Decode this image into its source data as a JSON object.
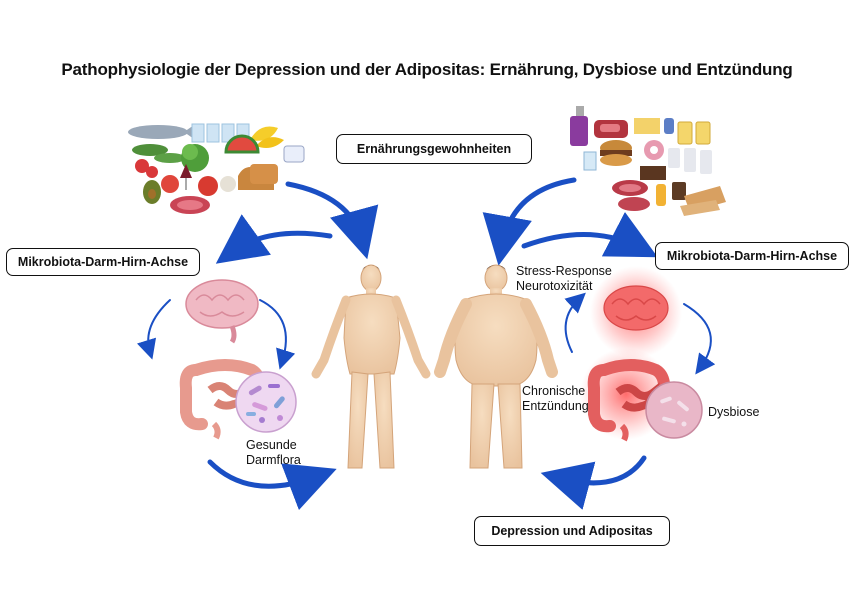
{
  "title": "Pathophysiologie der Depression und der Adipositas: Ernährung, Dysbiose und Entzündung",
  "boxes": {
    "nutrition": "Ernährungsgewohnheiten",
    "axis_left": "Mikrobiota-Darm-Hirn-Achse",
    "axis_right": "Mikrobiota-Darm-Hirn-Achse",
    "outcome": "Depression und Adipositas"
  },
  "labels": {
    "healthy_flora_line1": "Gesunde",
    "healthy_flora_line2": "Darmflora",
    "stress_line1": "Stress-Response",
    "stress_line2": "Neurotoxizität",
    "inflammation_line1": "Chronische",
    "inflammation_line2": "Entzündung",
    "dysbiosis": "Dysbiose"
  },
  "colors": {
    "arrow": "#1a4fc4",
    "skin": "#f2d2b0",
    "brain_healthy": "#f0b9c4",
    "gut_healthy": "#e79a8e",
    "inflamed_glow": "#ff4b4b",
    "microbe_circle": "#e9b7c8"
  },
  "icons": [
    "healthy-food-cluster",
    "unhealthy-food-cluster",
    "brain-icon",
    "intestine-icon",
    "microbiome-circle-icon",
    "human-figure"
  ]
}
